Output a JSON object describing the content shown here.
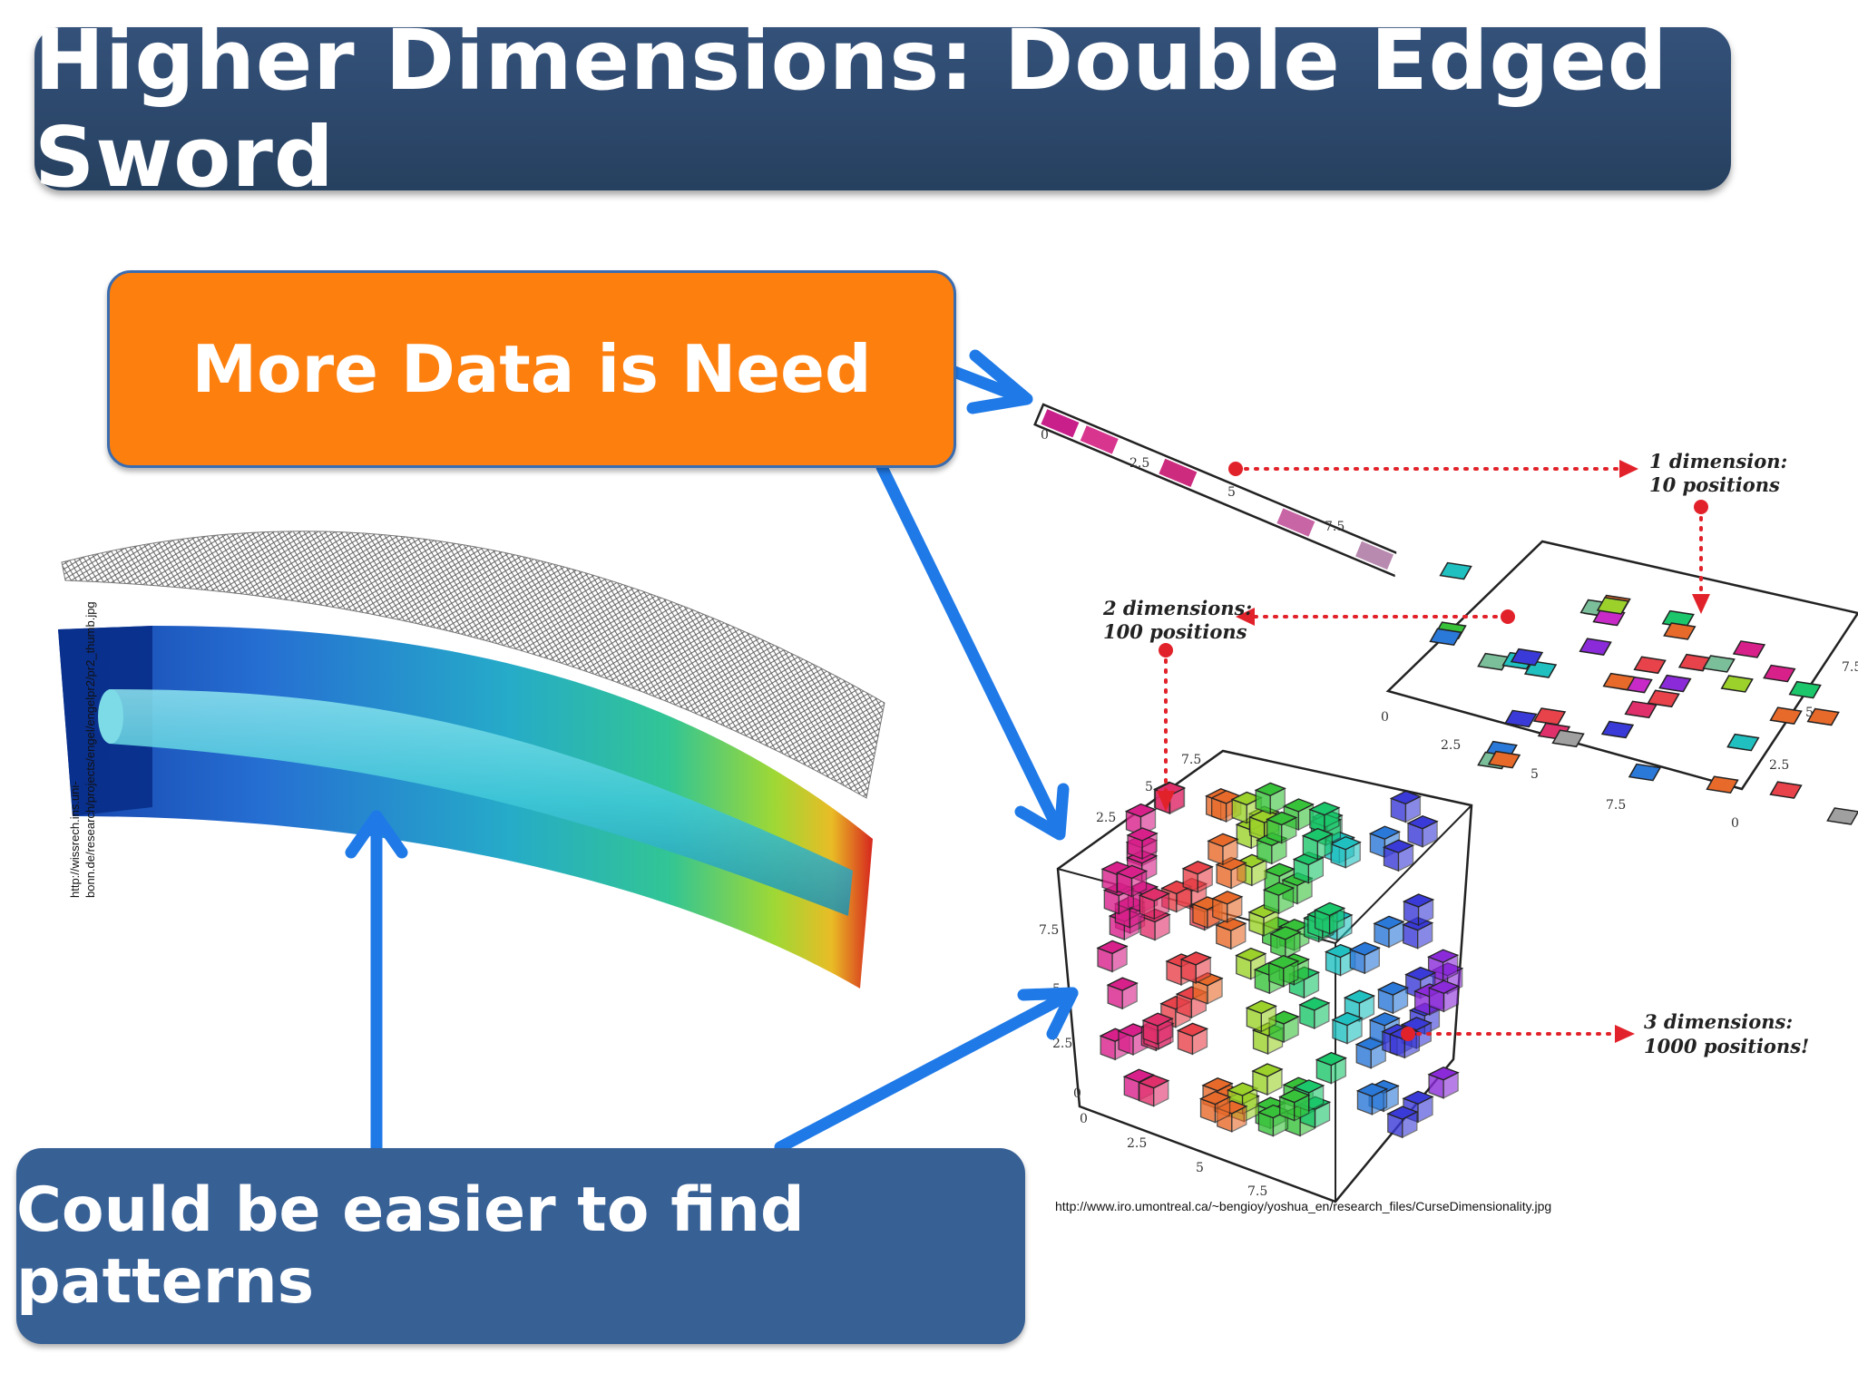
{
  "title": "Higher Dimensions: Double Edged Sword",
  "callouts": {
    "more_data": "More Data is Need",
    "patterns": "Could be easier to find patterns"
  },
  "sources": {
    "left": "http://wissrech.ins.uni-bonn.de/research/projects/engel/engelpr2/pr2_thumb.jpg",
    "right": "http://www.iro.umontreal.ca/~bengioy/yoshua_en/research_files/CurseDimensionality.jpg"
  },
  "diagram": {
    "d1_line1": "1 dimension:",
    "d1_line2": "10 positions",
    "d2_line1": "2 dimensions:",
    "d2_line2": "100 positions",
    "d3_line1": "3 dimensions:",
    "d3_line2": "1000 positions!",
    "ticks": [
      "0",
      "2.5",
      "5",
      "7.5"
    ]
  },
  "colors": {
    "title_bg": "#2c4870",
    "orange": "#fd7f0e",
    "blue_box": "#376095",
    "arrow": "#1f7ae8",
    "dot_red": "#e2222a"
  }
}
